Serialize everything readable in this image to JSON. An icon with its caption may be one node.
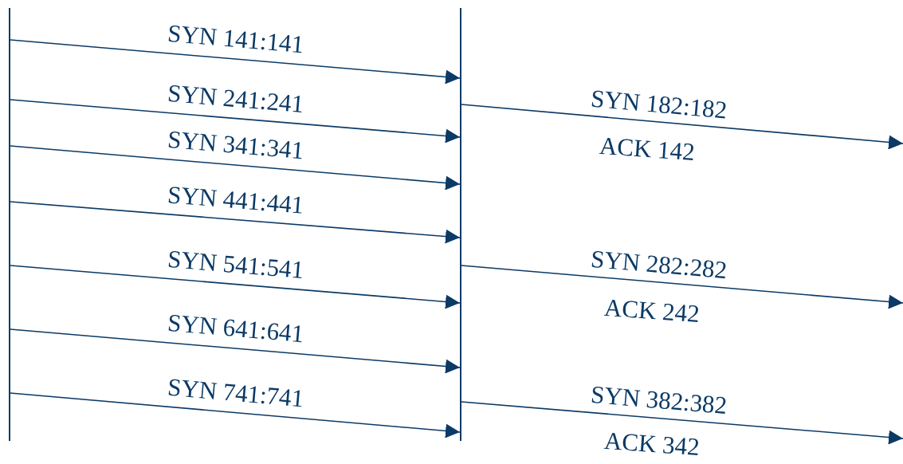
{
  "diagram": {
    "nodes": [
      {
        "text": [],
        "shape": "bar"
      },
      {
        "text": [],
        "shape": "bar"
      }
    ],
    "edges": [
      {
        "from": 0,
        "to": 1,
        "arrow": "to",
        "label": "SYN 141:141"
      },
      {
        "from": 0,
        "to": 1,
        "arrow": "to",
        "label": "SYN 241:241"
      },
      {
        "from": 0,
        "to": 1,
        "arrow": "to",
        "label": "SYN 341:341"
      },
      {
        "from": 0,
        "to": 1,
        "arrow": "to",
        "label": "SYN 441:441"
      },
      {
        "from": 0,
        "to": 1,
        "arrow": "to",
        "label": "SYN 541:541"
      },
      {
        "from": 0,
        "to": 1,
        "arrow": "to",
        "label": "SYN 641:641"
      },
      {
        "from": 0,
        "to": 1,
        "arrow": "to",
        "label": "SYN 741:741"
      },
      {
        "from": 1,
        "to": null,
        "arrow": "to",
        "label": "SYN 182:182"
      },
      {
        "from": 1,
        "to": null,
        "arrow": "to",
        "label": "SYN 282:282"
      },
      {
        "from": 1,
        "to": null,
        "arrow": "to",
        "label": "SYN 382:382"
      }
    ],
    "labels": [
      "ACK 142",
      "ACK 242",
      "ACK 342"
    ]
  }
}
